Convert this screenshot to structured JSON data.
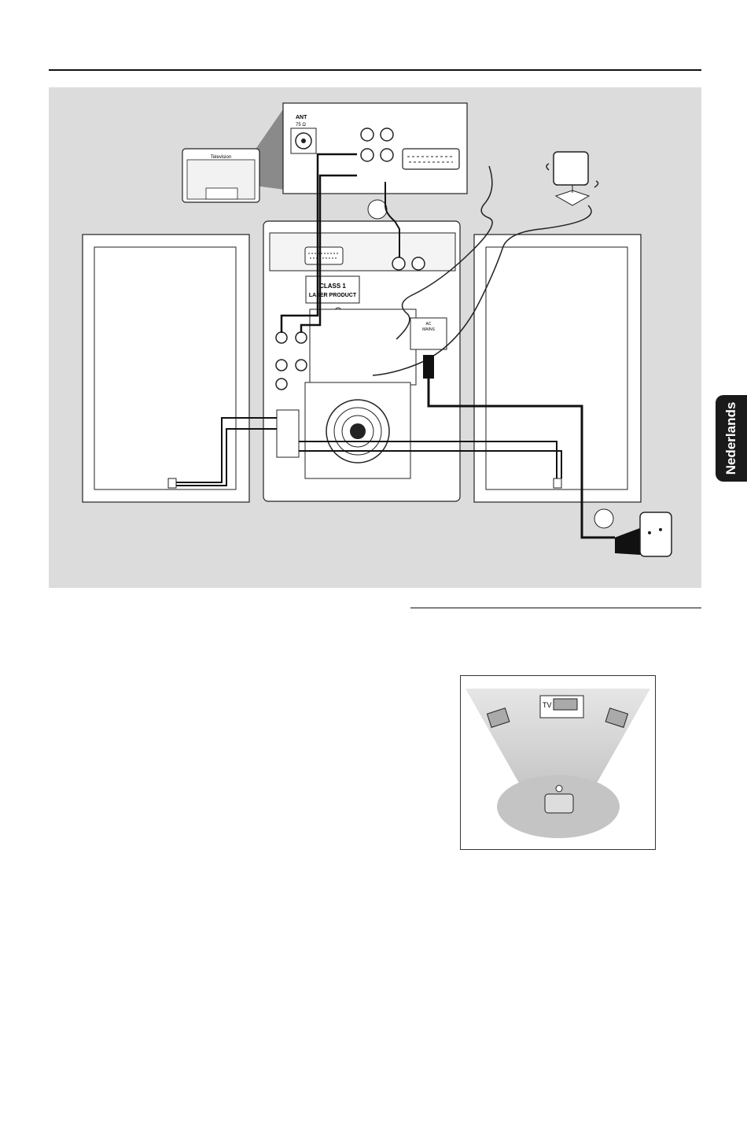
{
  "page": {
    "language_tab": "Nederlands"
  },
  "connection_figure": {
    "tv_label": "Television",
    "antenna_label": "ANT",
    "antenna_sub": "75 Ω",
    "laser_label_line1": "CLASS 1",
    "laser_label_line2": "LASER PRODUCT",
    "mains_label_line1": "AC",
    "mains_label_line2": "MAINS"
  },
  "room_figure": {
    "tv_label": "TV"
  },
  "colors": {
    "panel_bg": "#dcdcdc",
    "ink": "#111111",
    "tab_bg": "#1a1a1a"
  }
}
